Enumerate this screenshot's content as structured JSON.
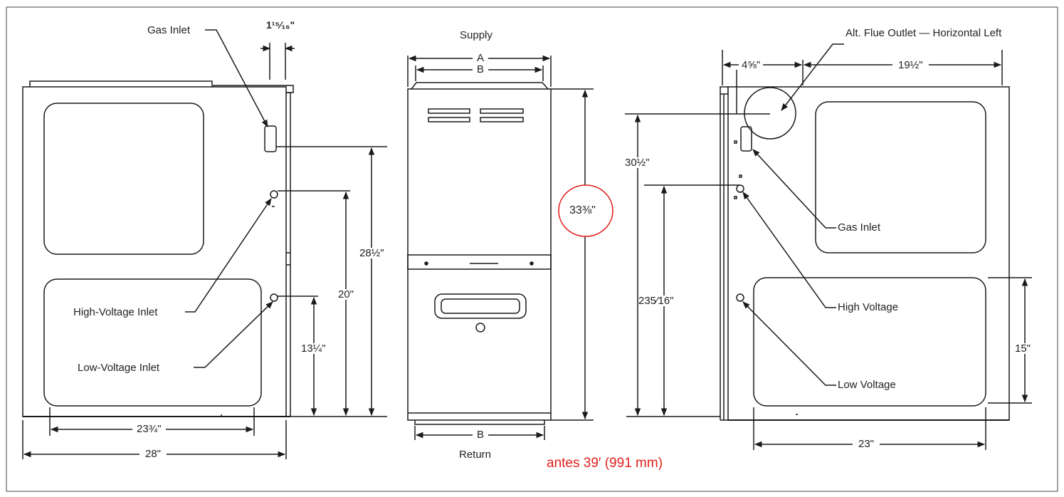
{
  "left_view": {
    "gas_inlet": "Gas Inlet",
    "gas_offset": "1¹⁵⁄₁₆\"",
    "high_voltage_inlet": "High-Voltage Inlet",
    "low_voltage_inlet": "Low-Voltage Inlet",
    "dim_gas_height": "28½\"",
    "dim_hv_height": "20\"",
    "dim_lv_height": "13¼\"",
    "dim_inner_width": "23¾\"",
    "dim_width": "28\""
  },
  "front_view": {
    "supply": "Supply",
    "dim_a": "A",
    "dim_b_top": "B",
    "dim_b_bottom": "B",
    "return": "Return",
    "dim_height": "33⅜\"",
    "note": "antes 39′ (991 mm)"
  },
  "right_view": {
    "flue_outlet": "Alt. Flue Outlet — Horizontal Left",
    "dim_flue_left": "4⅝\"",
    "dim_flue_right": "19½\"",
    "dim_flue_height": "30½\"",
    "dim_hv_height": "235⁄16\"",
    "gas_inlet": "Gas Inlet",
    "high_voltage": "High Voltage",
    "low_voltage": "Low Voltage",
    "dim_panel_height": "15\"",
    "dim_width": "23\""
  },
  "colors": {
    "line": "#1a1a1a",
    "annotation": "#e0201c"
  }
}
